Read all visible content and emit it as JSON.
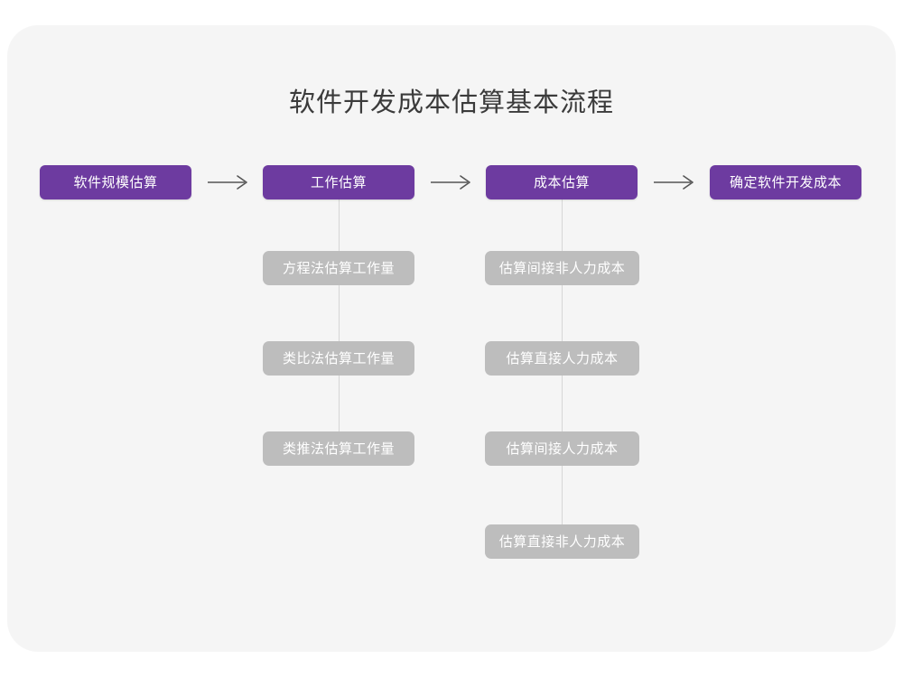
{
  "page": {
    "background_color": "#ffffff",
    "card_color": "#f5f5f5",
    "title": "软件开发成本估算基本流程"
  },
  "palette": {
    "primary": "#6d3ba0",
    "secondary": "#bdbdbd",
    "connector": "#d6d6d6",
    "arrow": "#555555",
    "title_text": "#3b3b3b",
    "node_text": "#ffffff"
  },
  "flow": {
    "main_steps": [
      {
        "id": "step-1",
        "label": "软件规模估算"
      },
      {
        "id": "step-2",
        "label": "工作估算"
      },
      {
        "id": "step-3",
        "label": "成本估算"
      },
      {
        "id": "step-4",
        "label": "确定软件开发成本"
      }
    ],
    "arrows": [
      {
        "id": "arrow-1",
        "name": "arrow-step1-to-step2"
      },
      {
        "id": "arrow-2",
        "name": "arrow-step2-to-step3"
      },
      {
        "id": "arrow-3",
        "name": "arrow-step3-to-step4"
      }
    ],
    "branches": [
      {
        "parent": "step-2",
        "parent_label": "工作估算",
        "items": [
          {
            "id": "effort-1",
            "label": "方程法估算工作量"
          },
          {
            "id": "effort-2",
            "label": "类比法估算工作量"
          },
          {
            "id": "effort-3",
            "label": "类推法估算工作量"
          }
        ]
      },
      {
        "parent": "step-3",
        "parent_label": "成本估算",
        "items": [
          {
            "id": "cost-1",
            "label": "估算间接非人力成本"
          },
          {
            "id": "cost-2",
            "label": "估算直接人力成本"
          },
          {
            "id": "cost-3",
            "label": "估算间接人力成本"
          },
          {
            "id": "cost-4",
            "label": "估算直接非人力成本"
          }
        ]
      }
    ]
  }
}
